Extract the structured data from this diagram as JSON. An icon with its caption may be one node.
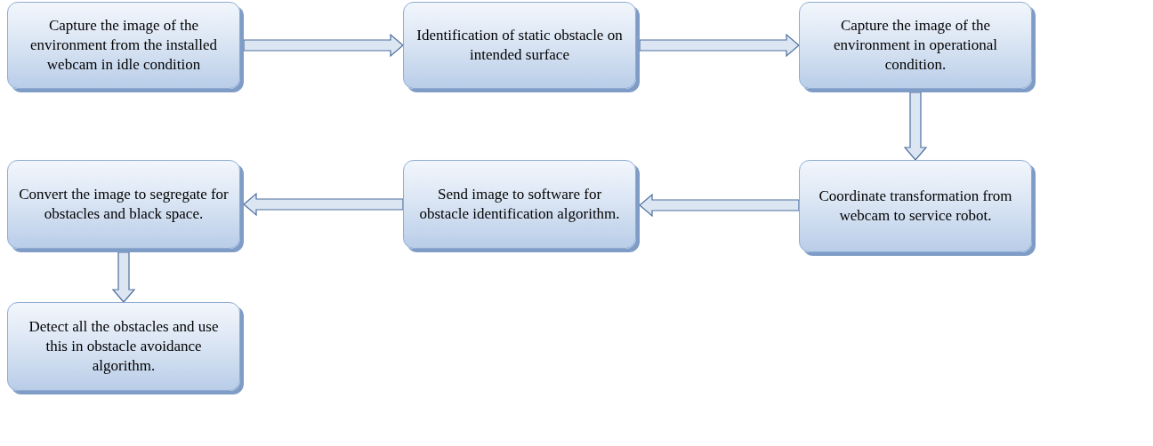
{
  "diagram": {
    "nodes": [
      {
        "text": [
          "Capture the image of the environment from the installed webcam in idle condition"
        ]
      },
      {
        "text": [
          "Identification of static obstacle on intended surface"
        ]
      },
      {
        "text": [
          "Capture the image of the environment in operational condition."
        ]
      },
      {
        "text": [
          "Coordinate transformation from webcam to service robot."
        ]
      },
      {
        "text": [
          "Send image to software for obstacle identification algorithm."
        ]
      },
      {
        "text": [
          "Convert the image to segregate for obstacles and black space."
        ]
      },
      {
        "text": [
          "Detect all the obstacles and use this in obstacle avoidance algorithm."
        ]
      }
    ],
    "edges": [
      {
        "from": 0,
        "to": 1,
        "arrow": "to"
      },
      {
        "from": 1,
        "to": 2,
        "arrow": "to"
      },
      {
        "from": 2,
        "to": 3,
        "arrow": "to"
      },
      {
        "from": 3,
        "to": 4,
        "arrow": "to"
      },
      {
        "from": 4,
        "to": 5,
        "arrow": "to"
      },
      {
        "from": 5,
        "to": 6,
        "arrow": "to"
      }
    ]
  }
}
